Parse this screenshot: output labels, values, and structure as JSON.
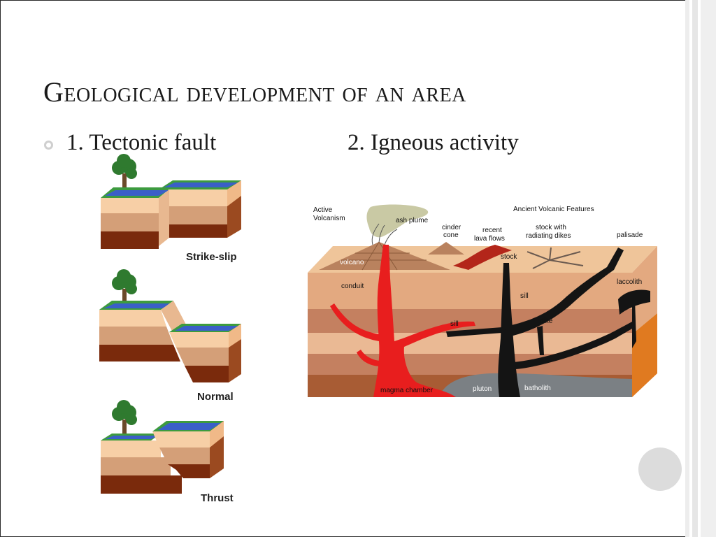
{
  "slide": {
    "title": "Geological development of an area",
    "bullet_1": "1. Tectonic fault",
    "bullet_2": "2. Igneous activity"
  },
  "faults": {
    "strike_slip": "Strike-slip",
    "normal": "Normal",
    "thrust": "Thrust"
  },
  "volcanic": {
    "active_line1": "Active",
    "active_line2": "Volcanism",
    "ancient": "Ancient Volcanic Features",
    "ash_plume": "ash plume",
    "cinder_line1": "cinder",
    "cinder_line2": "cone",
    "recent_line1": "recent",
    "recent_line2": "lava flows",
    "stock_with_line1": "stock with",
    "stock_with_line2": "radiating dikes",
    "palisade": "palisade",
    "volcano": "volcano",
    "stock": "stock",
    "conduit": "conduit",
    "laccolith": "laccolith",
    "sill_upper": "sill",
    "sill_lower": "sill",
    "dike": "dike",
    "magma_chamber": "magma chamber",
    "pluton": "pluton",
    "batholith": "batholith"
  },
  "colors": {
    "grass": "#3d9b3f",
    "water": "#3a5fc8",
    "layer_light": "#f7cfa6",
    "layer_mid": "#d49f78",
    "layer_dark": "#7a2a0c",
    "magma": "#e81e1e",
    "intrusion": "#141414"
  }
}
